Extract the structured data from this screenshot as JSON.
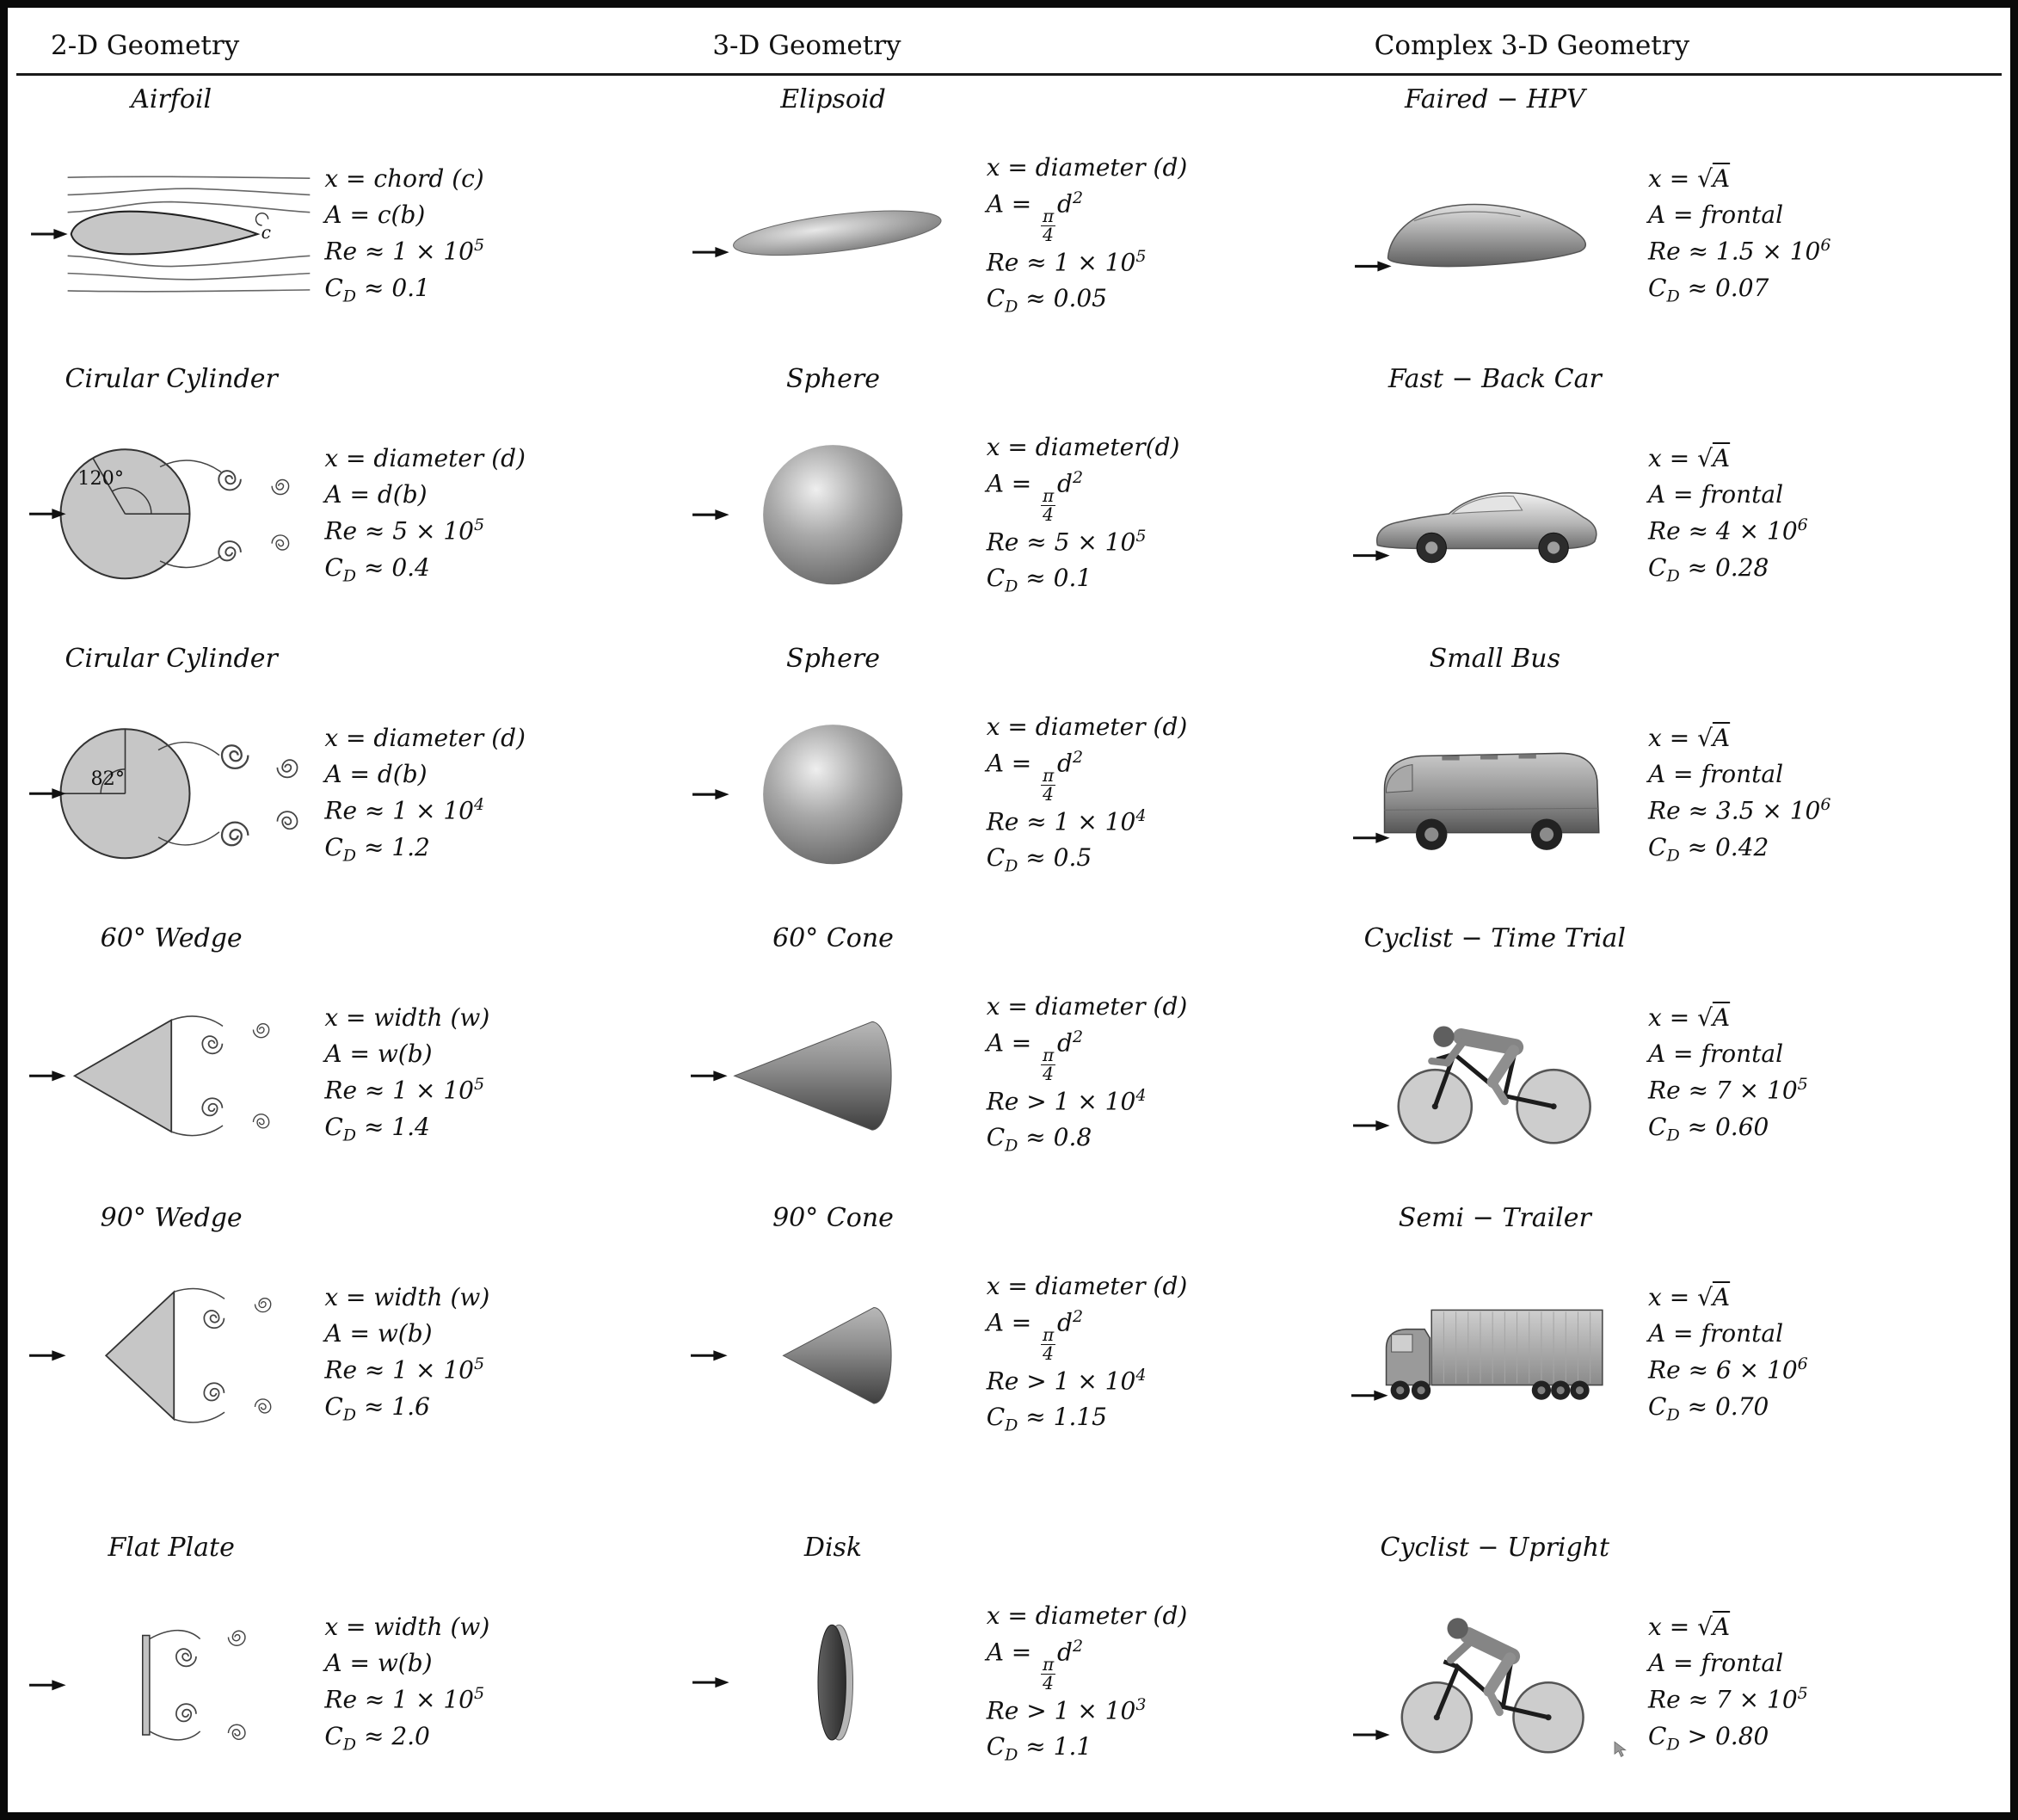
{
  "header": {
    "columns": [
      "2-D Geometry",
      "3-D Geometry",
      "Complex 3-D Geometry"
    ]
  },
  "rows": [
    {
      "cells": [
        {
          "title": "Airfoil",
          "figure": "airfoil-with-streamlines",
          "fig_label": "c",
          "lines": [
            "x = chord (c)",
            "A = c(b)",
            "Re ≈ 1 × 10^{5}",
            "C_{D} ≈ 0.1"
          ]
        },
        {
          "title": "Elipsoid",
          "figure": "ellipsoid",
          "lines": [
            "x = diameter (d)",
            "A = [[π|4]]d^{2}",
            "Re ≈ 1 × 10^{5}",
            "C_{D} ≈ 0.05"
          ]
        },
        {
          "title": "Faired − HPV",
          "figure": "faired-hpv-body",
          "lines": [
            "x = √{A}",
            "A = frontal",
            "Re ≈ 1.5 × 10^{6}",
            "C_{D} ≈ 0.07"
          ]
        }
      ]
    },
    {
      "cells": [
        {
          "title": "Cirular Cylinder",
          "figure": "circular-cylinder-wake",
          "angle_label": "120°",
          "lines": [
            "x = diameter (d)",
            "A = d(b)",
            "Re ≈ 5 × 10^{5}",
            "C_{D} ≈ 0.4"
          ]
        },
        {
          "title": "Sphere",
          "figure": "sphere",
          "lines": [
            "x = diameter(d)",
            "A = [[π|4]]d^{2}",
            "Re ≈ 5 × 10^{5}",
            "C_{D} ≈ 0.1"
          ]
        },
        {
          "title": "Fast − Back Car",
          "figure": "fastback-car",
          "lines": [
            "x = √{A}",
            "A = frontal",
            "Re ≈ 4 × 10^{6}",
            "C_{D} ≈ 0.28"
          ]
        }
      ]
    },
    {
      "cells": [
        {
          "title": "Cirular Cylinder",
          "figure": "circular-cylinder-wake",
          "angle_label": "82°",
          "lines": [
            "x = diameter (d)",
            "A = d(b)",
            "Re ≈ 1 × 10^{4}",
            "C_{D} ≈ 1.2"
          ]
        },
        {
          "title": "Sphere",
          "figure": "sphere",
          "lines": [
            "x = diameter (d)",
            "A = [[π|4]]d^{2}",
            "Re ≈ 1 × 10^{4}",
            "C_{D} ≈ 0.5"
          ]
        },
        {
          "title": "Small Bus",
          "figure": "small-bus",
          "lines": [
            "x = √{A}",
            "A = frontal",
            "Re ≈ 3.5 × 10^{6}",
            "C_{D} ≈ 0.42"
          ]
        }
      ]
    },
    {
      "cells": [
        {
          "title": "60° Wedge",
          "figure": "wedge-60-wake",
          "lines": [
            "x = width (w)",
            "A = w(b)",
            "Re ≈ 1 × 10^{5}",
            "C_{D} ≈ 1.4"
          ]
        },
        {
          "title": "60° Cone",
          "figure": "cone-60",
          "lines": [
            "x = diameter (d)",
            "A = [[π|4]]d^{2}",
            "Re > 1 × 10^{4}",
            "C_{D} ≈ 0.8"
          ]
        },
        {
          "title": "Cyclist − Time Trial",
          "figure": "cyclist-time-trial",
          "lines": [
            "x = √{A}",
            "A = frontal",
            "Re ≈ 7 × 10^{5}",
            "C_{D} ≈ 0.60"
          ]
        }
      ]
    },
    {
      "cells": [
        {
          "title": "90° Wedge",
          "figure": "wedge-90-wake",
          "lines": [
            "x = width (w)",
            "A = w(b)",
            "Re ≈ 1 × 10^{5}",
            "C_{D} ≈ 1.6"
          ]
        },
        {
          "title": "90° Cone",
          "figure": "cone-90",
          "lines": [
            "x = diameter (d)",
            "A = [[π|4]]d^{2}",
            "Re > 1 × 10^{4}",
            "C_{D} ≈ 1.15"
          ]
        },
        {
          "title": "Semi − Trailer",
          "figure": "semi-trailer-truck",
          "lines": [
            "x = √{A}",
            "A = frontal",
            "Re ≈ 6 × 10^{6}",
            "C_{D} ≈ 0.70"
          ]
        }
      ]
    },
    {
      "cells": [
        {
          "title": "Flat Plate",
          "figure": "flat-plate-wake",
          "lines": [
            "x = width (w)",
            "A = w(b)",
            "Re ≈ 1 × 10^{5}",
            "C_{D} ≈ 2.0"
          ]
        },
        {
          "title": "Disk",
          "figure": "disk-edge-on",
          "lines": [
            "x = diameter (d)",
            "A = [[π|4]]d^{2}",
            "Re > 1 × 10^{3}",
            "C_{D} ≈ 1.1"
          ]
        },
        {
          "title": "Cyclist − Upright",
          "figure": "cyclist-upright",
          "lines": [
            "x = √{A}",
            "A = frontal",
            "Re ≈ 7 × 10^{5}",
            "C_{D} > 0.80"
          ]
        }
      ]
    }
  ]
}
